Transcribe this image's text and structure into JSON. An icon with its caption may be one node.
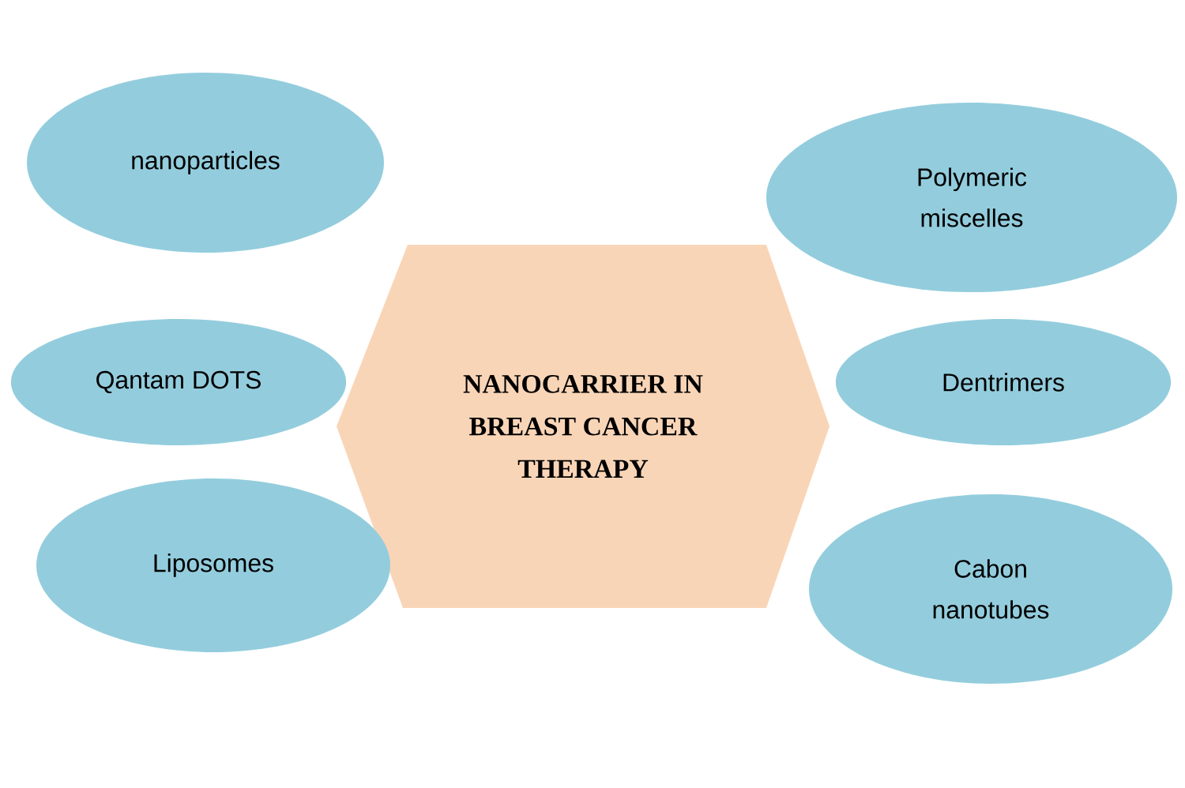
{
  "diagram": {
    "nodes": [
      {
        "text": [
          "nanoparticles"
        ]
      },
      {
        "text": [
          "Polymeric miscelles"
        ]
      },
      {
        "text": [
          "Qantam DOTS"
        ]
      },
      {
        "text": [
          "NANOCARRIER IN BREAST CANCER THERAPY"
        ]
      },
      {
        "text": [
          "Dentrimers"
        ]
      },
      {
        "text": [
          "Liposomes"
        ]
      },
      {
        "text": [
          "Cabon nanotubes"
        ]
      }
    ]
  }
}
